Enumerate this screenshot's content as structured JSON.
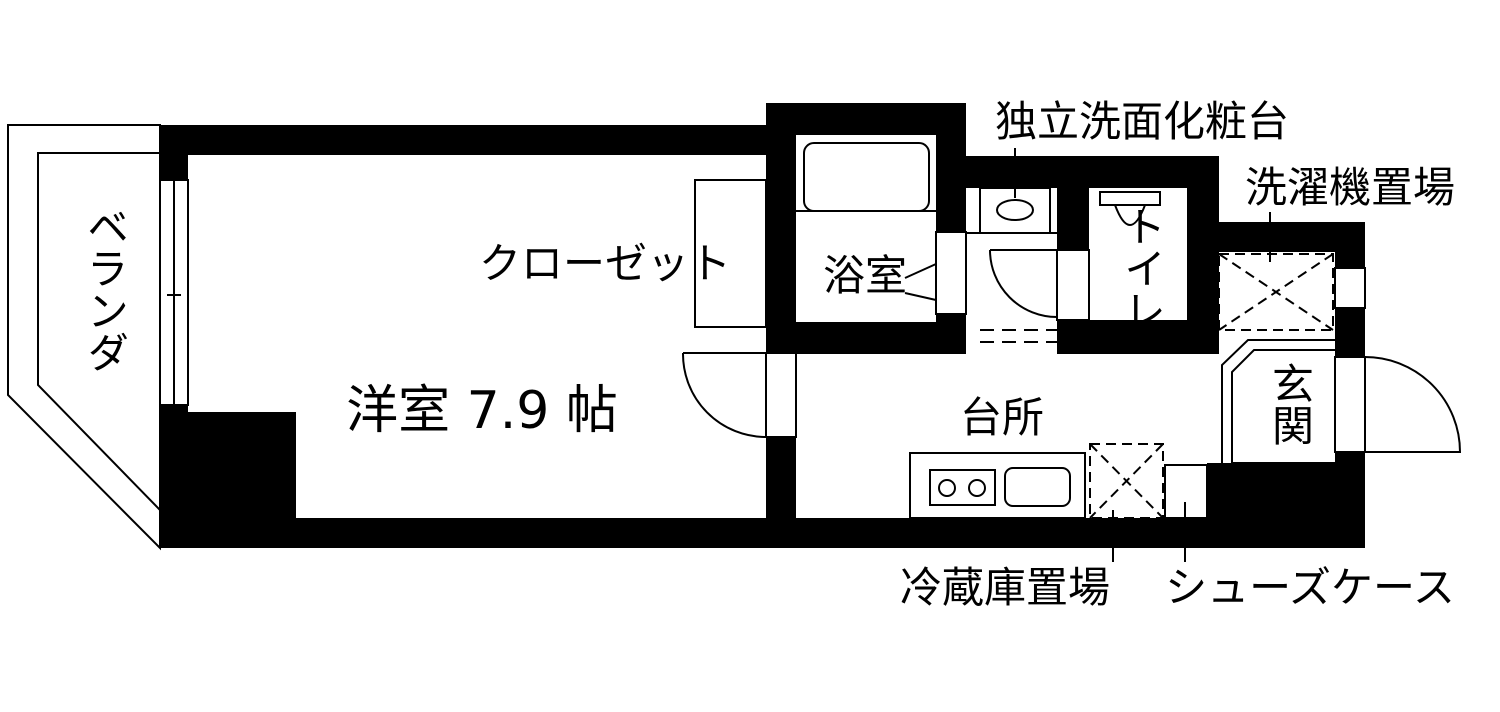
{
  "floorplan": {
    "rooms": {
      "balcony": "ベランダ",
      "western_room": "洋室 7.9 帖",
      "closet": "クローゼット",
      "bathroom": "浴室",
      "toilet": "トイレ",
      "kitchen": "台所",
      "entrance": "玄関"
    },
    "callouts": {
      "vanity": "独立洗面化粧台",
      "washer_space": "洗濯機置場",
      "fridge_space": "冷蔵庫置場",
      "shoe_case": "シューズケース"
    }
  }
}
